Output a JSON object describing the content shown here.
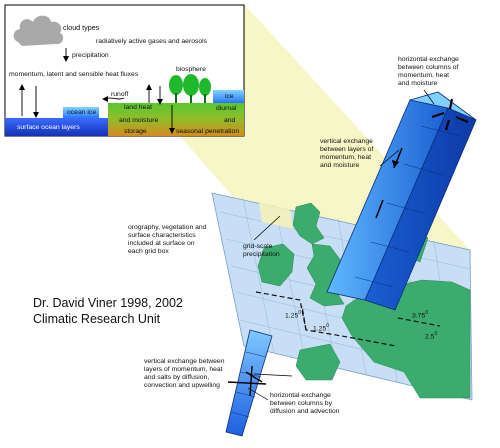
{
  "inset": {
    "cloud_types": "cloud types",
    "radiative": "radiatively active gases and aerosols",
    "precipitation": "precipitation",
    "fluxes": "momentum, latent and sensible heat fluxes",
    "biosphere": "biosphere",
    "runoff": "runoff",
    "ocean_ice": "ocean ice",
    "ice": "ice",
    "land_heat": "land heat",
    "moisture": "and moisture",
    "storage": "storage",
    "diurnal": "diurnal",
    "and": "and",
    "seasonal": "seasonal penetration",
    "surface_ocean": "surface ocean layers"
  },
  "labels": {
    "horizontal_top": "horizontal exchange\nbetween columns of\nmomentum, heat\nand moisture",
    "vertical_top": "vertical exchange\nbetween layers of\nmomentum, heat\nand moisture",
    "orography": "orography, vegetation and\nsurface characteristics\nincluded at surface on\neach grid box",
    "grid_precip": "grid-scale\nprecipitation",
    "vertical_ocean": "vertical exchange between\nlayers of momentum, heat\nand salts by diffusion,\nconvection and upwelling",
    "horizontal_ocean": "horizontal exchange\nbetween columns by\ndiffusion and advection"
  },
  "grid": {
    "lon_left": "1.25",
    "lat_left": "1.25",
    "lon_right": "3.75",
    "lat_right": "2.5",
    "degree": "0"
  },
  "credit": {
    "line1": "Dr. David Viner 1998, 2002",
    "line2": "Climatic Research Unit"
  },
  "colors": {
    "sea": "#c8def4",
    "land": "#3cab6e",
    "column": "#2b86e8",
    "beam": "#f5f6c4",
    "inset_ocean": "#1d3fd6"
  }
}
